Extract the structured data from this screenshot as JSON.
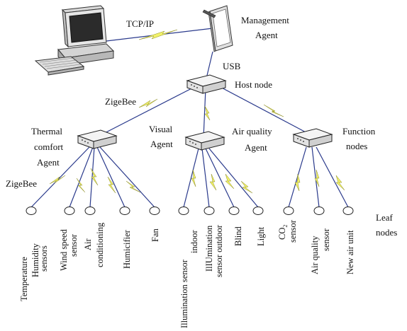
{
  "nodes": {
    "management_agent": {
      "line1": "Management",
      "line2": "Agent"
    },
    "tcp_ip": "TCP/IP",
    "usb": "USB",
    "host_node": "Host node",
    "zigbee_top": "ZigeBee",
    "zigbee_left": "ZigeBee",
    "thermal": {
      "line1": "Thermal",
      "line2": "comfort",
      "line3": "Agent"
    },
    "visual": {
      "line1": "Visual",
      "line2": "Agent"
    },
    "airq": {
      "line1": "Air quality",
      "line2": "Agent"
    },
    "function": {
      "line1": "Function",
      "line2": "nodes"
    },
    "leaf_nodes": {
      "line1": "Leaf",
      "line2": "nodes"
    }
  },
  "leaves": [
    {
      "lines": [
        "Temperature"
      ]
    },
    {
      "lines": [
        "Humidity",
        "sensors"
      ]
    },
    {
      "lines": [
        "Wind speed",
        "sensor"
      ]
    },
    {
      "lines": [
        "Air",
        "conditioning"
      ]
    },
    {
      "lines": [
        "Humicifier"
      ]
    },
    {
      "lines": [
        "Fan"
      ]
    },
    {
      "lines": [
        "Illumination sensor",
        "indoor"
      ]
    },
    {
      "lines": [
        "IlIUmination",
        "sensor outdoor"
      ]
    },
    {
      "lines": [
        "Blind"
      ]
    },
    {
      "lines": [
        "Light"
      ]
    },
    {
      "co2": {
        "main": "CO",
        "sub": "2"
      },
      "lines": [
        "sensor"
      ]
    },
    {
      "lines": [
        "Air quality",
        "sensor"
      ]
    },
    {
      "lines": [
        "New air unit"
      ]
    }
  ],
  "colors": {
    "link": "#2a3a8c",
    "bolt": "#f2f26a"
  }
}
